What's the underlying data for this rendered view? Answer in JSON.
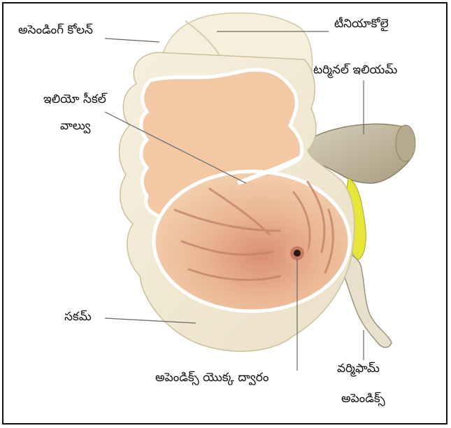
{
  "labels": {
    "ascending_colon": "అసెండింగ్ కోలన్",
    "taenia_coli": "టీనియాకోలై",
    "terminal_ileum": "టర్మినల్ ఇలియమ్",
    "ileocecal_valve_line1": "ఇలియో సీకల్",
    "ileocecal_valve_line2": "వాల్వు",
    "cecum": "సకమ్",
    "appendix_orifice": "అపెండిక్స్ యొక్క ద్వారం",
    "vermiform_line1": "వర్మిఫామ్",
    "vermiform_line2": "అపెండిక్స్"
  },
  "colors": {
    "outer_wall": "#f4ecd6",
    "inner_wall": "#efc4a0",
    "lumen": "#e8b48e",
    "fold": "#c98c72",
    "ileum": "#cdc3aa",
    "appendix": "#e6dcc8",
    "mesoappendix": "#e4e43a",
    "leader": "#666666"
  }
}
